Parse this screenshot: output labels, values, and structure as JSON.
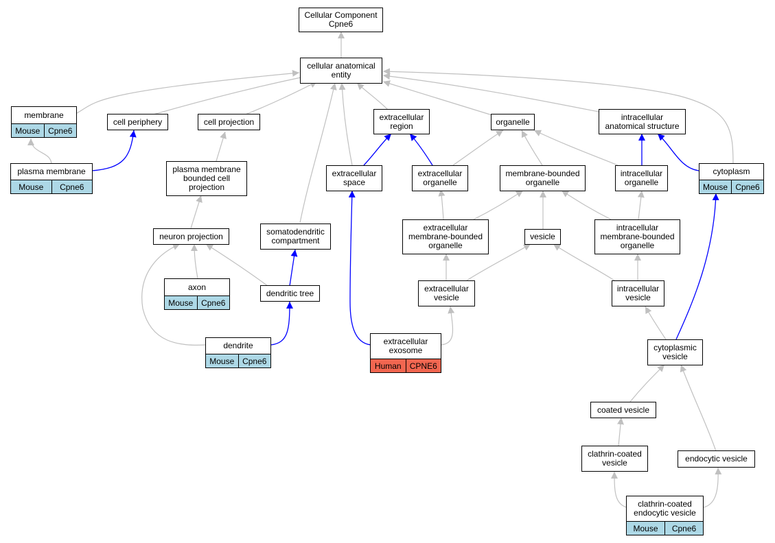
{
  "diagram": {
    "nodes": {
      "root": {
        "label": "Cellular Component\nCpne6"
      },
      "cae": {
        "label": "cellular anatomical\nentity"
      },
      "membrane": {
        "label": "membrane",
        "species": "Mouse",
        "gene": "Cpne6"
      },
      "cellPeriphery": {
        "label": "cell periphery"
      },
      "cellProjection": {
        "label": "cell projection"
      },
      "extracellularRegion": {
        "label": "extracellular\nregion"
      },
      "organelle": {
        "label": "organelle"
      },
      "intracellularAnatomical": {
        "label": "intracellular\nanatomical structure"
      },
      "plasmaMembrane": {
        "label": "plasma membrane",
        "species": "Mouse",
        "gene": "Cpne6"
      },
      "pmBoundedProjection": {
        "label": "plasma membrane\nbounded cell\nprojection"
      },
      "extracellularSpace": {
        "label": "extracellular\nspace"
      },
      "extracellularOrganelle": {
        "label": "extracellular\norganelle"
      },
      "membraneBoundedOrganelle": {
        "label": "membrane-bounded\norganelle"
      },
      "intracellularOrganelle": {
        "label": "intracellular\norganelle"
      },
      "cytoplasm": {
        "label": "cytoplasm",
        "species": "Mouse",
        "gene": "Cpne6"
      },
      "neuronProjection": {
        "label": "neuron projection"
      },
      "somatodendritic": {
        "label": "somatodendritic\ncompartment"
      },
      "ecMembraneBoundedOrganelle": {
        "label": "extracellular\nmembrane-bounded\norganelle"
      },
      "vesicle": {
        "label": "vesicle"
      },
      "icMembraneBoundedOrganelle": {
        "label": "intracellular\nmembrane-bounded\norganelle"
      },
      "axon": {
        "label": "axon",
        "species": "Mouse",
        "gene": "Cpne6"
      },
      "dendriticTree": {
        "label": "dendritic tree"
      },
      "extracellularVesicle": {
        "label": "extracellular\nvesicle"
      },
      "intracellularVesicle": {
        "label": "intracellular\nvesicle"
      },
      "dendrite": {
        "label": "dendrite",
        "species": "Mouse",
        "gene": "Cpne6"
      },
      "exosome": {
        "label": "extracellular\nexosome",
        "species": "Human",
        "gene": "CPNE6"
      },
      "cytoplasmicVesicle": {
        "label": "cytoplasmic\nvesicle"
      },
      "coatedVesicle": {
        "label": "coated vesicle"
      },
      "clathrinCoatedVesicle": {
        "label": "clathrin-coated\nvesicle"
      },
      "endocyticVesicle": {
        "label": "endocytic vesicle"
      },
      "clathrinEndocytic": {
        "label": "clathrin-coated\nendocytic vesicle",
        "species": "Mouse",
        "gene": "Cpne6"
      }
    },
    "colors": {
      "annotated_path": "#0000ff",
      "other_path": "#c0c0c0",
      "mouse": "#add8e6",
      "human": "#f26650"
    }
  }
}
